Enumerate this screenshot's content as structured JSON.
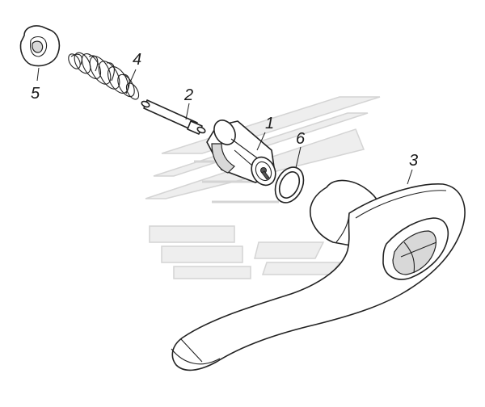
{
  "diagram": {
    "callouts": [
      {
        "id": "1",
        "label": "1",
        "part": "lock-cylinder"
      },
      {
        "id": "2",
        "label": "2",
        "part": "pin"
      },
      {
        "id": "3",
        "label": "3",
        "part": "door-handle"
      },
      {
        "id": "4",
        "label": "4",
        "part": "spring"
      },
      {
        "id": "5",
        "label": "5",
        "part": "washer"
      },
      {
        "id": "6",
        "label": "6",
        "part": "o-ring"
      }
    ]
  }
}
